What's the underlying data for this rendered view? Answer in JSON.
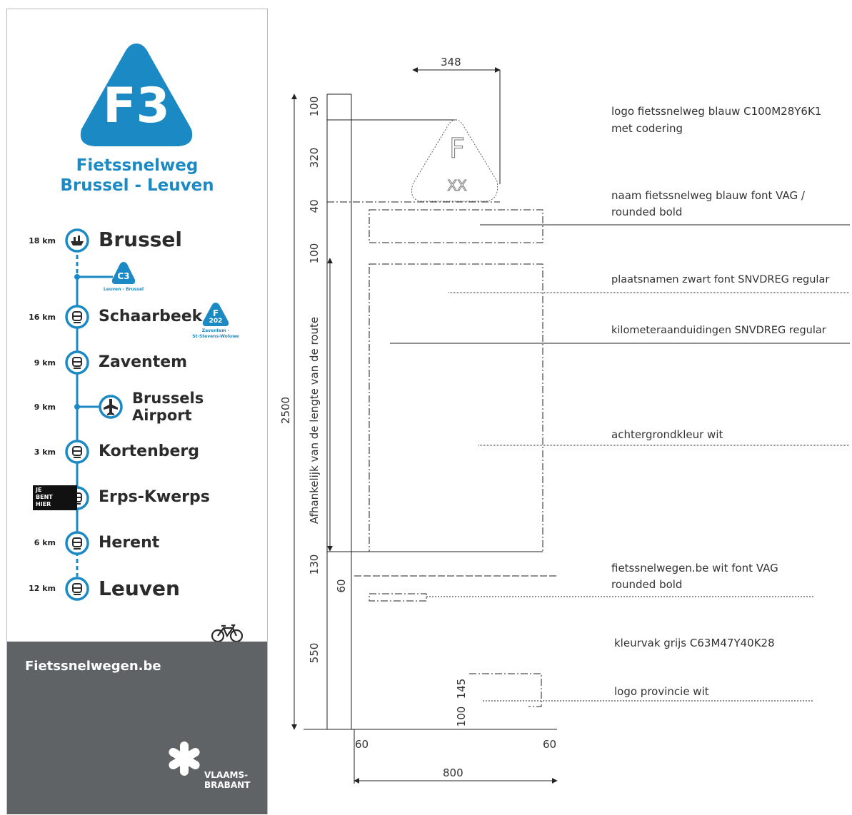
{
  "sign": {
    "route_code": "F3",
    "route_name_line1": "Fietssnelweg",
    "route_name_line2": "Brussel - Leuven",
    "stops": [
      {
        "km": "18 km",
        "name": "Brussel",
        "icon": "ship-icon"
      },
      {
        "km": "16 km",
        "name": "Schaarbeek",
        "icon": "train-icon"
      },
      {
        "km": "9 km",
        "name": "Zaventem",
        "icon": "train-icon"
      },
      {
        "km": "9 km",
        "name_line1": "Brussels",
        "name_line2": "Airport",
        "icon": "airplane-icon"
      },
      {
        "km": "3 km",
        "name": "Kortenberg",
        "icon": "train-icon"
      },
      {
        "km": "",
        "name": "Erps-Kwerps",
        "icon": "train-icon"
      },
      {
        "km": "6 km",
        "name": "Herent",
        "icon": "train-icon"
      },
      {
        "km": "12 km",
        "name": "Leuven",
        "icon": "train-icon"
      }
    ],
    "branch_c3": {
      "code": "C3",
      "caption": "Leuven - Brussel"
    },
    "branch_f202": {
      "code_letter": "F",
      "code_number": "202",
      "caption_line1": "Zaventem -",
      "caption_line2": "St-Stevens-Woluwe"
    },
    "you_are_here": {
      "line1": "JE",
      "line2": "BENT",
      "line3": "HIER"
    },
    "website": "Fietssnelwegen.be",
    "province_line1": "VLAAMS-",
    "province_line2": "BRABANT",
    "colors": {
      "blue": "#1b8ac4",
      "grey": "#5f6366",
      "text": "#2b2b2b"
    }
  },
  "drawing": {
    "dims": {
      "top_width": "348",
      "h100_top": "100",
      "h320": "320",
      "h40": "40",
      "h100_mid": "100",
      "h2500": "2500",
      "variable_note": "Afhankelijk van de lengte van de route",
      "h130": "130",
      "h60": "60",
      "h550": "550",
      "h145": "145",
      "h100_bottom": "100",
      "margin_left": "60",
      "margin_right": "60",
      "total_width": "800"
    },
    "placeholder_logo_letter": "F",
    "placeholder_logo_code": "XX",
    "annotations": {
      "logo_line1": "logo fietssnelweg blauw C100M28Y6K1",
      "logo_line2": "met codering",
      "name_line1": "naam fietssnelweg blauw font VAG /",
      "name_line2": "rounded bold",
      "places": "plaatsnamen zwart font SNVDREG regular",
      "km": "kilometeraanduidingen SNVDREG regular",
      "background": "achtergrondkleur wit",
      "website_line1": "fietssnelwegen.be wit font VAG",
      "website_line2": "rounded bold",
      "colorfield": "kleurvak grijs C63M47Y40K28",
      "province_logo": "logo provincie wit"
    }
  }
}
